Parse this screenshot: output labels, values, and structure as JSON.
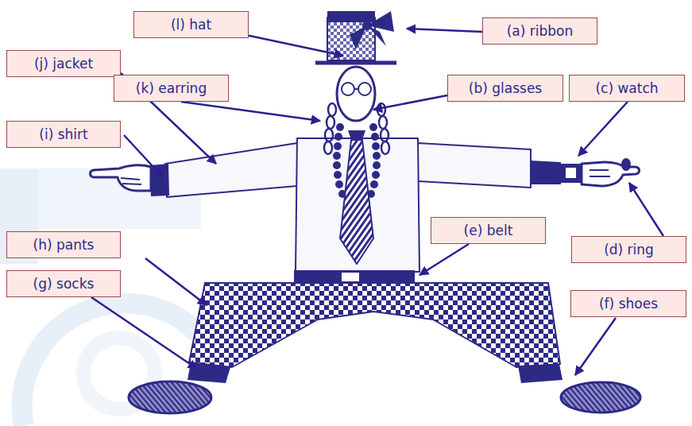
{
  "diagram": {
    "nodes": [
      {
        "text": [
          "(l) hat"
        ]
      },
      {
        "text": [
          "(a) ribbon"
        ]
      },
      {
        "text": [
          "(j) jacket"
        ]
      },
      {
        "text": [
          "(k) earring"
        ]
      },
      {
        "text": [
          "(b) glasses"
        ]
      },
      {
        "text": [
          "(c) watch"
        ]
      },
      {
        "text": [
          "(i) shirt"
        ]
      },
      {
        "text": [
          "(e) belt"
        ]
      },
      {
        "text": [
          "(h) pants"
        ]
      },
      {
        "text": [
          "(d) ring"
        ]
      },
      {
        "text": [
          "(g) socks"
        ]
      },
      {
        "text": [
          "(f) shoes"
        ]
      }
    ]
  }
}
